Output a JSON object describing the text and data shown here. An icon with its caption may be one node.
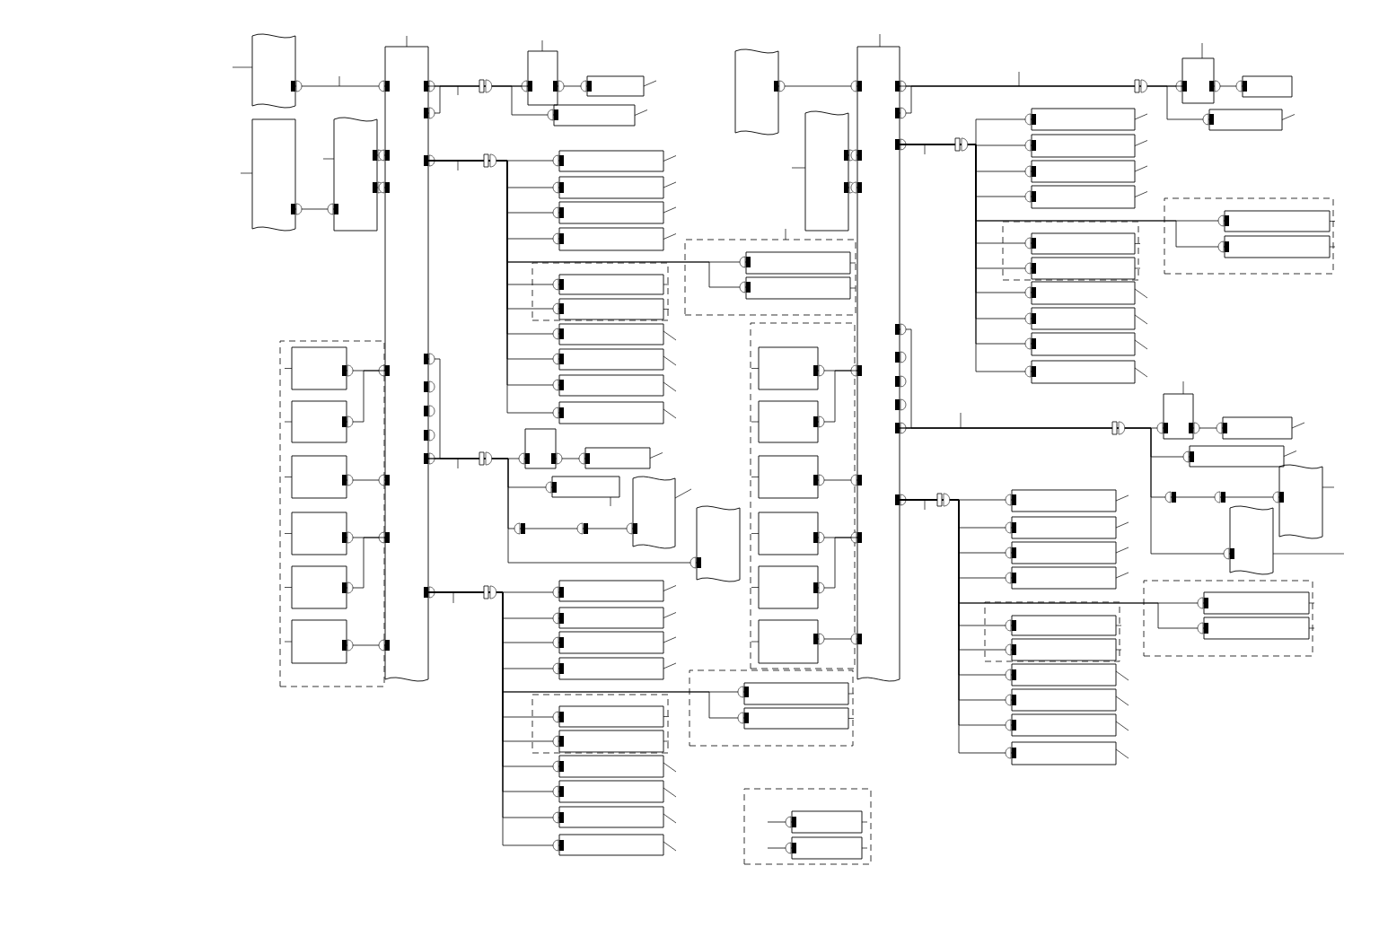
{
  "diagram": {
    "nodes": [
      {
        "text": [],
        "shape": "document"
      },
      {
        "text": [],
        "shape": "document"
      },
      {
        "text": [],
        "shape": "document"
      },
      {
        "text": [],
        "shape": "document"
      },
      {
        "text": [],
        "shape": "box"
      },
      {
        "text": [],
        "shape": "box"
      },
      {
        "text": [],
        "shape": "box"
      },
      {
        "text": [],
        "shape": "box"
      },
      {
        "text": [],
        "shape": "box"
      },
      {
        "text": [],
        "shape": "box"
      },
      {
        "text": [],
        "shape": "box"
      },
      {
        "text": [],
        "shape": "frame"
      },
      {
        "text": [],
        "shape": "box",
        "in": 11
      },
      {
        "text": [],
        "shape": "box",
        "in": 11
      },
      {
        "text": [],
        "shape": "frame"
      },
      {
        "text": [],
        "shape": "box",
        "in": 14
      },
      {
        "text": [],
        "shape": "box",
        "in": 14
      },
      {
        "text": [],
        "shape": "box"
      },
      {
        "text": [],
        "shape": "box"
      },
      {
        "text": [],
        "shape": "box"
      },
      {
        "text": [],
        "shape": "box"
      },
      {
        "text": [],
        "shape": "box"
      },
      {
        "text": [],
        "shape": "box"
      },
      {
        "text": [],
        "shape": "box"
      },
      {
        "text": [],
        "shape": "document"
      },
      {
        "text": [],
        "shape": "document"
      },
      {
        "text": [],
        "shape": "box"
      },
      {
        "text": [],
        "shape": "box"
      },
      {
        "text": [],
        "shape": "box"
      },
      {
        "text": [],
        "shape": "box"
      },
      {
        "text": [],
        "shape": "frame"
      },
      {
        "text": [],
        "shape": "box",
        "in": 30
      },
      {
        "text": [],
        "shape": "box",
        "in": 30
      },
      {
        "text": [],
        "shape": "frame"
      },
      {
        "text": [],
        "shape": "box",
        "in": 33
      },
      {
        "text": [],
        "shape": "box",
        "in": 33
      },
      {
        "text": [],
        "shape": "box"
      },
      {
        "text": [],
        "shape": "box"
      },
      {
        "text": [],
        "shape": "box"
      },
      {
        "text": [],
        "shape": "box"
      },
      {
        "text": [],
        "shape": "frame"
      },
      {
        "text": [],
        "shape": "box",
        "in": 40
      },
      {
        "text": [],
        "shape": "box",
        "in": 40
      },
      {
        "text": [],
        "shape": "box",
        "in": 40
      },
      {
        "text": [],
        "shape": "box",
        "in": 40
      },
      {
        "text": [],
        "shape": "box",
        "in": 40
      },
      {
        "text": [],
        "shape": "box",
        "in": 40
      },
      {
        "text": [],
        "shape": "frame"
      },
      {
        "text": [],
        "shape": "box",
        "in": 47
      },
      {
        "text": [],
        "shape": "box",
        "in": 47
      },
      {
        "text": [],
        "shape": "document"
      },
      {
        "text": [],
        "shape": "document"
      },
      {
        "text": [],
        "shape": "document"
      },
      {
        "text": [],
        "shape": "frame"
      },
      {
        "text": [],
        "shape": "box",
        "in": 53
      },
      {
        "text": [],
        "shape": "box",
        "in": 53
      },
      {
        "text": [],
        "shape": "box",
        "in": 53
      },
      {
        "text": [],
        "shape": "box",
        "in": 53
      },
      {
        "text": [],
        "shape": "box",
        "in": 53
      },
      {
        "text": [],
        "shape": "box",
        "in": 53
      },
      {
        "text": [],
        "shape": "box"
      },
      {
        "text": [],
        "shape": "box"
      },
      {
        "text": [],
        "shape": "box"
      },
      {
        "text": [],
        "shape": "box"
      },
      {
        "text": [],
        "shape": "box"
      },
      {
        "text": [],
        "shape": "box"
      },
      {
        "text": [],
        "shape": "box"
      },
      {
        "text": [],
        "shape": "frame"
      },
      {
        "text": [],
        "shape": "box",
        "in": 67
      },
      {
        "text": [],
        "shape": "box",
        "in": 67
      },
      {
        "text": [],
        "shape": "frame"
      },
      {
        "text": [],
        "shape": "box",
        "in": 70
      },
      {
        "text": [],
        "shape": "box",
        "in": 70
      },
      {
        "text": [],
        "shape": "box"
      },
      {
        "text": [],
        "shape": "box"
      },
      {
        "text": [],
        "shape": "box"
      },
      {
        "text": [],
        "shape": "box"
      },
      {
        "text": [],
        "shape": "box"
      },
      {
        "text": [],
        "shape": "box"
      },
      {
        "text": [],
        "shape": "box"
      },
      {
        "text": [],
        "shape": "document"
      },
      {
        "text": [],
        "shape": "document"
      },
      {
        "text": [],
        "shape": "box"
      },
      {
        "text": [],
        "shape": "box"
      },
      {
        "text": [],
        "shape": "box"
      },
      {
        "text": [],
        "shape": "box"
      },
      {
        "text": [],
        "shape": "frame"
      },
      {
        "text": [],
        "shape": "box",
        "in": 86
      },
      {
        "text": [],
        "shape": "box",
        "in": 86
      },
      {
        "text": [],
        "shape": "frame"
      },
      {
        "text": [],
        "shape": "box",
        "in": 89
      },
      {
        "text": [],
        "shape": "box",
        "in": 89
      },
      {
        "text": [],
        "shape": "box"
      },
      {
        "text": [],
        "shape": "box"
      },
      {
        "text": [],
        "shape": "box"
      },
      {
        "text": [],
        "shape": "box"
      }
    ],
    "edges": [
      {
        "from": 0,
        "to": 3,
        "arrow": "other"
      },
      {
        "from": 1,
        "to": 2,
        "arrow": "other"
      },
      {
        "from": 2,
        "to": 3,
        "arrow": "other"
      },
      {
        "from": 2,
        "to": 3,
        "arrow": "other"
      },
      {
        "from": 3,
        "to": 4,
        "arrow": "other"
      },
      {
        "from": 3,
        "to": 4,
        "arrow": "other"
      },
      {
        "from": 3,
        "to": 6,
        "arrow": "other"
      },
      {
        "from": 4,
        "to": 5,
        "arrow": "other"
      },
      {
        "from": 3,
        "to": 7,
        "arrow": "other"
      },
      {
        "from": 3,
        "to": 8,
        "arrow": "other"
      },
      {
        "from": 3,
        "to": 9,
        "arrow": "other"
      },
      {
        "from": 3,
        "to": 10,
        "arrow": "other"
      },
      {
        "from": 3,
        "to": 12,
        "arrow": "other"
      },
      {
        "from": 3,
        "to": 13,
        "arrow": "other"
      },
      {
        "from": 3,
        "to": 15,
        "arrow": "other"
      },
      {
        "from": 3,
        "to": 16,
        "arrow": "other"
      },
      {
        "from": 3,
        "to": 17,
        "arrow": "other"
      },
      {
        "from": 3,
        "to": 18,
        "arrow": "other"
      },
      {
        "from": 3,
        "to": 19,
        "arrow": "other"
      },
      {
        "from": 3,
        "to": 20,
        "arrow": "other"
      },
      {
        "from": 3,
        "to": 21,
        "arrow": "other"
      },
      {
        "from": 21,
        "to": 22,
        "arrow": "other"
      },
      {
        "from": 3,
        "to": 23,
        "arrow": "other"
      },
      {
        "from": 3,
        "to": 24,
        "arrow": "other"
      },
      {
        "from": 3,
        "to": 25,
        "arrow": "other"
      },
      {
        "from": 3,
        "to": 26,
        "arrow": "other"
      },
      {
        "from": 3,
        "to": 27,
        "arrow": "other"
      },
      {
        "from": 3,
        "to": 28,
        "arrow": "other"
      },
      {
        "from": 3,
        "to": 29,
        "arrow": "other"
      },
      {
        "from": 3,
        "to": 31,
        "arrow": "other"
      },
      {
        "from": 3,
        "to": 32,
        "arrow": "other"
      },
      {
        "from": 3,
        "to": 34,
        "arrow": "other"
      },
      {
        "from": 3,
        "to": 35,
        "arrow": "other"
      },
      {
        "from": 3,
        "to": 36,
        "arrow": "other"
      },
      {
        "from": 3,
        "to": 37,
        "arrow": "other"
      },
      {
        "from": 3,
        "to": 38,
        "arrow": "other"
      },
      {
        "from": 3,
        "to": 39,
        "arrow": "other"
      },
      {
        "from": 41,
        "to": 3,
        "arrow": "other"
      },
      {
        "from": 42,
        "to": 3,
        "arrow": "other"
      },
      {
        "from": 43,
        "to": 3,
        "arrow": "other"
      },
      {
        "from": 44,
        "to": 3,
        "arrow": "other"
      },
      {
        "from": 45,
        "to": 3,
        "arrow": "other"
      },
      {
        "from": 46,
        "to": 3,
        "arrow": "other"
      },
      {
        "from": null,
        "to": 48,
        "arrow": "other"
      },
      {
        "from": null,
        "to": 49,
        "arrow": "other"
      },
      {
        "from": 50,
        "to": 52,
        "arrow": "other"
      },
      {
        "from": 51,
        "to": 52,
        "arrow": "other"
      },
      {
        "from": 51,
        "to": 52,
        "arrow": "other"
      },
      {
        "from": 52,
        "to": 60,
        "arrow": "other"
      },
      {
        "from": 52,
        "to": 60,
        "arrow": "other"
      },
      {
        "from": 52,
        "to": 62,
        "arrow": "other"
      },
      {
        "from": 60,
        "to": 61,
        "arrow": "other"
      },
      {
        "from": 52,
        "to": 63,
        "arrow": "other"
      },
      {
        "from": 52,
        "to": 64,
        "arrow": "other"
      },
      {
        "from": 52,
        "to": 65,
        "arrow": "other"
      },
      {
        "from": 52,
        "to": 66,
        "arrow": "other"
      },
      {
        "from": 52,
        "to": 68,
        "arrow": "other"
      },
      {
        "from": 52,
        "to": 69,
        "arrow": "other"
      },
      {
        "from": 52,
        "to": 71,
        "arrow": "other"
      },
      {
        "from": 52,
        "to": 72,
        "arrow": "other"
      },
      {
        "from": 52,
        "to": 73,
        "arrow": "other"
      },
      {
        "from": 52,
        "to": 74,
        "arrow": "other"
      },
      {
        "from": 52,
        "to": 75,
        "arrow": "other"
      },
      {
        "from": 52,
        "to": 76,
        "arrow": "other"
      },
      {
        "from": 52,
        "to": 77,
        "arrow": "other"
      },
      {
        "from": 77,
        "to": 78,
        "arrow": "other"
      },
      {
        "from": 52,
        "to": 79,
        "arrow": "other"
      },
      {
        "from": 52,
        "to": 80,
        "arrow": "other"
      },
      {
        "from": 52,
        "to": 81,
        "arrow": "other"
      },
      {
        "from": 52,
        "to": 82,
        "arrow": "other"
      },
      {
        "from": 52,
        "to": 83,
        "arrow": "other"
      },
      {
        "from": 52,
        "to": 84,
        "arrow": "other"
      },
      {
        "from": 52,
        "to": 85,
        "arrow": "other"
      },
      {
        "from": 52,
        "to": 87,
        "arrow": "other"
      },
      {
        "from": 52,
        "to": 88,
        "arrow": "other"
      },
      {
        "from": 52,
        "to": 90,
        "arrow": "other"
      },
      {
        "from": 52,
        "to": 91,
        "arrow": "other"
      },
      {
        "from": 52,
        "to": 92,
        "arrow": "other"
      },
      {
        "from": 52,
        "to": 93,
        "arrow": "other"
      },
      {
        "from": 52,
        "to": 94,
        "arrow": "other"
      },
      {
        "from": 52,
        "to": 95,
        "arrow": "other"
      },
      {
        "from": 54,
        "to": 52,
        "arrow": "other"
      },
      {
        "from": 55,
        "to": 52,
        "arrow": "other"
      },
      {
        "from": 56,
        "to": 52,
        "arrow": "other"
      },
      {
        "from": 57,
        "to": 52,
        "arrow": "other"
      },
      {
        "from": 58,
        "to": 52,
        "arrow": "other"
      },
      {
        "from": 59,
        "to": 52,
        "arrow": "other"
      }
    ]
  }
}
